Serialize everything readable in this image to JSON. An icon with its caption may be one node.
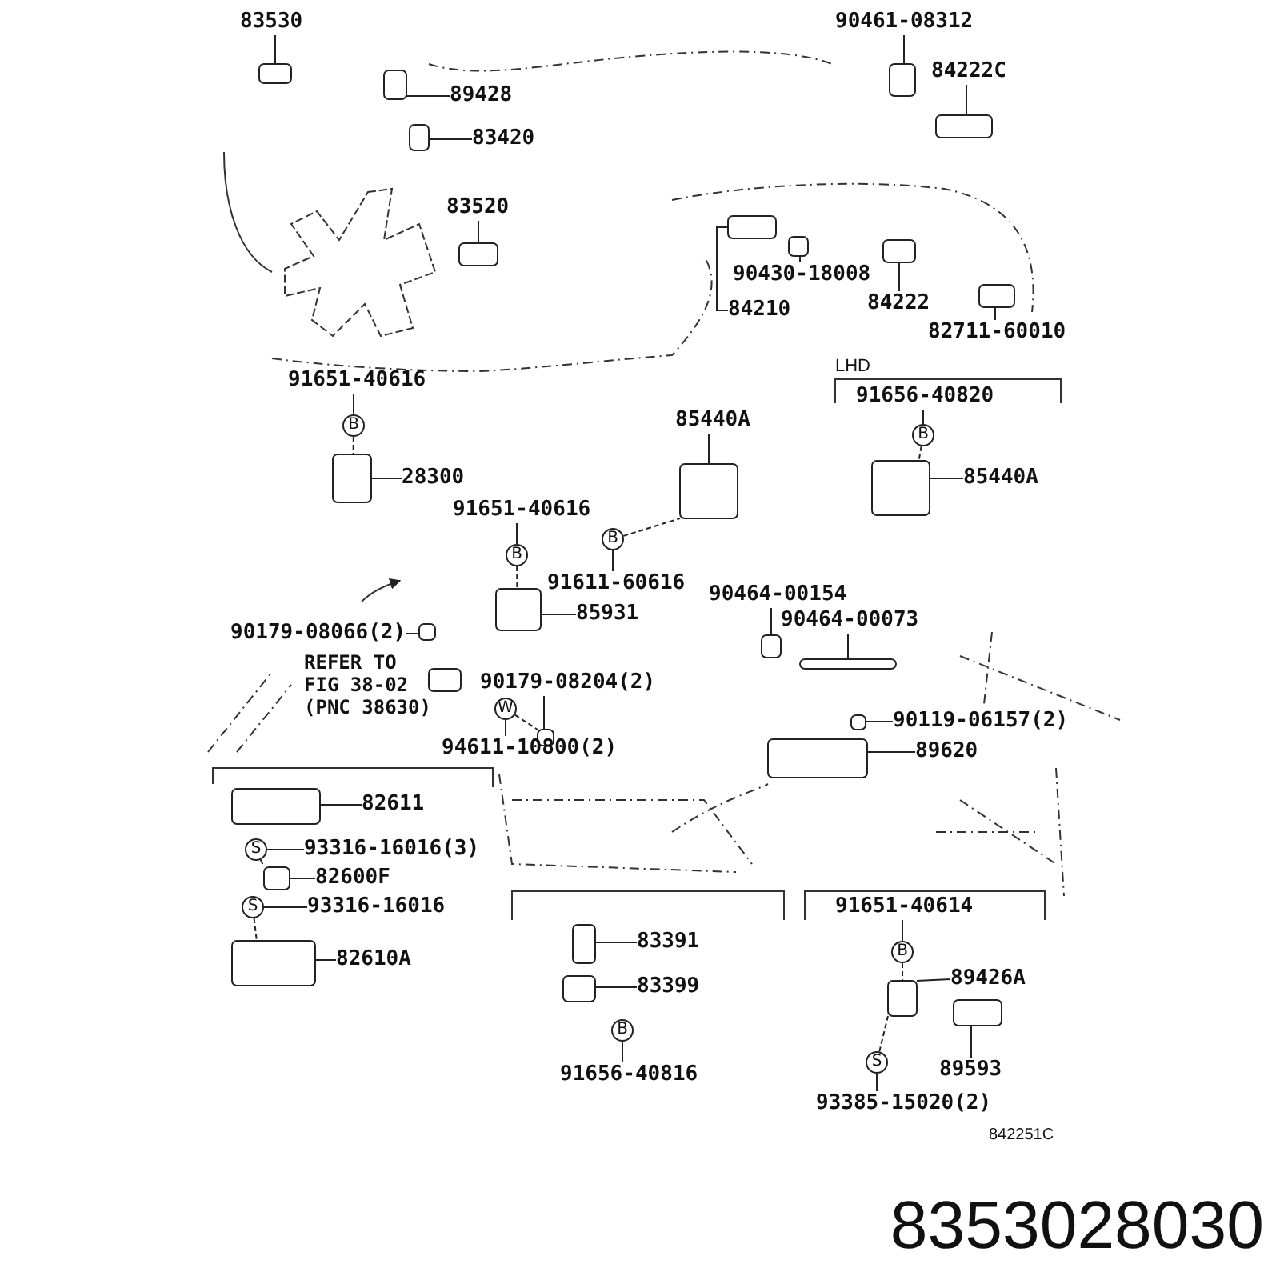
{
  "diagram": {
    "caption": "8353028030",
    "nodes": [
      {
        "text": [
          "83530"
        ]
      },
      {
        "text": [
          "89428"
        ]
      },
      {
        "text": [
          "83420"
        ]
      },
      {
        "text": [
          "83520"
        ]
      },
      {
        "text": [
          "90461-08312"
        ]
      },
      {
        "text": [
          "84222C"
        ]
      },
      {
        "text": [
          "90430-18008"
        ]
      },
      {
        "text": [
          "84210"
        ]
      },
      {
        "text": [
          "84222"
        ]
      },
      {
        "text": [
          "82711-60010"
        ]
      },
      {
        "text": [
          "91651-40616"
        ]
      },
      {
        "text": [
          "B"
        ]
      },
      {
        "text": [
          "28300"
        ]
      },
      {
        "text": [
          "85440A"
        ]
      },
      {
        "text": [
          "91656-40820"
        ]
      },
      {
        "text": [
          "B"
        ]
      },
      {
        "text": [
          "85440A"
        ]
      },
      {
        "text": [
          "91651-40616"
        ]
      },
      {
        "text": [
          "B"
        ]
      },
      {
        "text": [
          "B"
        ]
      },
      {
        "text": [
          "91611-60616"
        ]
      },
      {
        "text": [
          "90464-00154"
        ]
      },
      {
        "text": [
          "90464-00073"
        ]
      },
      {
        "text": [
          "85931"
        ]
      },
      {
        "text": [
          "90179-08066(2)"
        ]
      },
      {
        "text": [
          "90179-08204(2)"
        ]
      },
      {
        "text": [
          "W"
        ]
      },
      {
        "text": [
          "94611-10800(2)"
        ]
      },
      {
        "text": [
          "90119-06157(2)"
        ]
      },
      {
        "text": [
          "89620"
        ]
      },
      {
        "text": [
          "82611"
        ]
      },
      {
        "text": [
          "S"
        ]
      },
      {
        "text": [
          "93316-16016(3)"
        ]
      },
      {
        "text": [
          "82600F"
        ]
      },
      {
        "text": [
          "S"
        ]
      },
      {
        "text": [
          "93316-16016"
        ]
      },
      {
        "text": [
          "82610A"
        ]
      },
      {
        "text": [
          "83391"
        ]
      },
      {
        "text": [
          "83399"
        ]
      },
      {
        "text": [
          "B"
        ]
      },
      {
        "text": [
          "91656-40816"
        ]
      },
      {
        "text": [
          "91651-40614"
        ]
      },
      {
        "text": [
          "B"
        ]
      },
      {
        "text": [
          "89426A"
        ]
      },
      {
        "text": [
          "S"
        ]
      },
      {
        "text": [
          "89593"
        ]
      },
      {
        "text": [
          "93385-15020(2)"
        ]
      },
      {
        "text": [],
        "shape": "box"
      },
      {
        "text": [],
        "shape": "box"
      },
      {
        "text": [],
        "shape": "box"
      },
      {
        "text": [],
        "shape": "box"
      },
      {
        "text": [],
        "shape": "box"
      },
      {
        "text": [],
        "shape": "box"
      },
      {
        "text": [],
        "shape": "box"
      },
      {
        "text": [],
        "shape": "box"
      },
      {
        "text": [],
        "shape": "box"
      },
      {
        "text": [],
        "shape": "box"
      },
      {
        "text": [],
        "shape": "box"
      },
      {
        "text": [],
        "shape": "box"
      },
      {
        "text": [],
        "shape": "box"
      },
      {
        "text": [],
        "shape": "box"
      },
      {
        "text": [],
        "shape": "box"
      },
      {
        "text": [],
        "shape": "box"
      },
      {
        "text": [],
        "shape": "box"
      },
      {
        "text": [],
        "shape": "box"
      },
      {
        "text": [],
        "shape": "box"
      },
      {
        "text": [],
        "shape": "box"
      },
      {
        "text": [],
        "shape": "box"
      },
      {
        "text": [],
        "shape": "box"
      },
      {
        "text": [],
        "shape": "box"
      },
      {
        "text": [],
        "shape": "box"
      },
      {
        "text": [],
        "shape": "box"
      },
      {
        "text": [],
        "shape": "box"
      },
      {
        "text": [],
        "shape": "box"
      }
    ],
    "edges": [
      {
        "from": 0,
        "to": 47,
        "arrow": "none"
      },
      {
        "from": 1,
        "to": 48,
        "arrow": "none"
      },
      {
        "from": 2,
        "to": 49,
        "arrow": "none"
      },
      {
        "from": 3,
        "to": 50,
        "arrow": "none"
      },
      {
        "from": 4,
        "to": 51,
        "arrow": "none"
      },
      {
        "from": 5,
        "to": 52,
        "arrow": "none"
      },
      {
        "from": 6,
        "to": 54,
        "arrow": "none"
      },
      {
        "from": 7,
        "to": 53,
        "arrow": "none"
      },
      {
        "from": 8,
        "to": 55,
        "arrow": "none"
      },
      {
        "from": 9,
        "to": 56,
        "arrow": "none"
      },
      {
        "from": 10,
        "to": 11,
        "arrow": "none"
      },
      {
        "from": 11,
        "to": 57,
        "arrow": "none",
        "style": "dashed"
      },
      {
        "from": 12,
        "to": 57,
        "arrow": "none"
      },
      {
        "from": 13,
        "to": 58,
        "arrow": "none"
      },
      {
        "from": 14,
        "to": 15,
        "arrow": "none"
      },
      {
        "from": 15,
        "to": 59,
        "arrow": "none",
        "style": "dashed"
      },
      {
        "from": 16,
        "to": 59,
        "arrow": "none"
      },
      {
        "from": 17,
        "to": 18,
        "arrow": "none"
      },
      {
        "from": 18,
        "to": 60,
        "arrow": "none",
        "style": "dashed"
      },
      {
        "from": 20,
        "to": 19,
        "arrow": "none"
      },
      {
        "from": 19,
        "to": 58,
        "arrow": "none",
        "style": "dashed"
      },
      {
        "from": 21,
        "to": 61,
        "arrow": "none"
      },
      {
        "from": 22,
        "to": 62,
        "arrow": "none"
      },
      {
        "from": 23,
        "to": 60,
        "arrow": "none"
      },
      {
        "from": 24,
        "to": 63,
        "arrow": "none"
      },
      {
        "from": 25,
        "to": 64,
        "arrow": "none"
      },
      {
        "from": 27,
        "to": 26,
        "arrow": "none"
      },
      {
        "from": 26,
        "to": 64,
        "arrow": "none",
        "style": "dashed"
      },
      {
        "from": 28,
        "to": 65,
        "arrow": "none"
      },
      {
        "from": 29,
        "to": 66,
        "arrow": "none"
      },
      {
        "from": 30,
        "to": 67,
        "arrow": "none"
      },
      {
        "from": 32,
        "to": 31,
        "arrow": "none"
      },
      {
        "from": 31,
        "to": 68,
        "arrow": "none",
        "style": "dashed"
      },
      {
        "from": 33,
        "to": 68,
        "arrow": "none"
      },
      {
        "from": 35,
        "to": 34,
        "arrow": "none"
      },
      {
        "from": 34,
        "to": 69,
        "arrow": "none",
        "style": "dashed"
      },
      {
        "from": 36,
        "to": 69,
        "arrow": "none"
      },
      {
        "from": 37,
        "to": 70,
        "arrow": "none"
      },
      {
        "from": 38,
        "to": 71,
        "arrow": "none"
      },
      {
        "from": 40,
        "to": 39,
        "arrow": "none"
      },
      {
        "from": 41,
        "to": 42,
        "arrow": "none"
      },
      {
        "from": 42,
        "to": 72,
        "arrow": "none",
        "style": "dashed"
      },
      {
        "from": 43,
        "to": 72,
        "arrow": "none"
      },
      {
        "from": 45,
        "to": 73,
        "arrow": "none"
      },
      {
        "from": 46,
        "to": 44,
        "arrow": "none"
      },
      {
        "from": 44,
        "to": 72,
        "arrow": "none",
        "style": "dashed"
      }
    ],
    "labels": [
      "LHD",
      "REFER TO FIG 38-02 (PNC 38630)",
      "842251C"
    ]
  }
}
